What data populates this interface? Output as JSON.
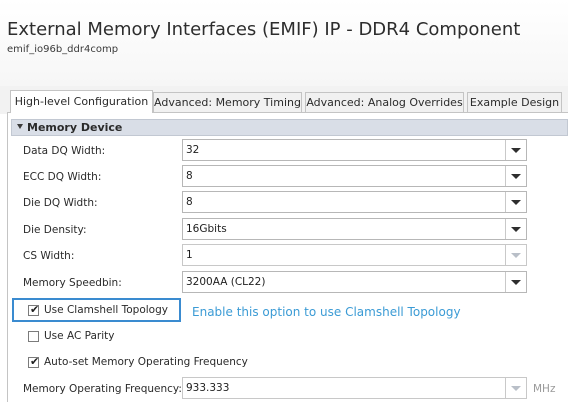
{
  "header": {
    "title": "External Memory Interfaces (EMIF) IP - DDR4 Component",
    "subtitle": "emif_io96b_ddr4comp"
  },
  "tabs": [
    {
      "label": "High-level Configuration",
      "active": true
    },
    {
      "label": "Advanced: Memory Timing",
      "active": false
    },
    {
      "label": "Advanced: Analog Overrides",
      "active": false
    },
    {
      "label": "Example Design",
      "active": false
    }
  ],
  "section": {
    "title": "Memory Device",
    "expanded": true
  },
  "fields": [
    {
      "label": "Data DQ Width:",
      "value": "32",
      "enabled": true
    },
    {
      "label": "ECC DQ Width:",
      "value": "8",
      "enabled": true
    },
    {
      "label": "Die DQ Width:",
      "value": "8",
      "enabled": true
    },
    {
      "label": "Die Density:",
      "value": "16Gbits",
      "enabled": true
    },
    {
      "label": "CS Width:",
      "value": "1",
      "enabled": false
    },
    {
      "label": "Memory Speedbin:",
      "value": "3200AA (CL22)",
      "enabled": true
    }
  ],
  "checkboxes": [
    {
      "label": "Use Clamshell Topology",
      "checked": true,
      "check_glyph": "✔",
      "focused": true
    },
    {
      "label": "Use AC Parity",
      "checked": false,
      "check_glyph": "",
      "focused": false
    },
    {
      "label": "Auto-set Memory Operating Frequency",
      "checked": true,
      "check_glyph": "✔",
      "focused": false
    }
  ],
  "hint": "Enable this option to use Clamshell Topology",
  "frequency": {
    "label": "Memory Operating Frequency:",
    "value": "933.333",
    "unit": "MHz",
    "enabled": false
  },
  "colors": {
    "accent": "#3b9bd5",
    "section_bg": "#d9dee7",
    "focus_border": "#3a8bd0"
  }
}
